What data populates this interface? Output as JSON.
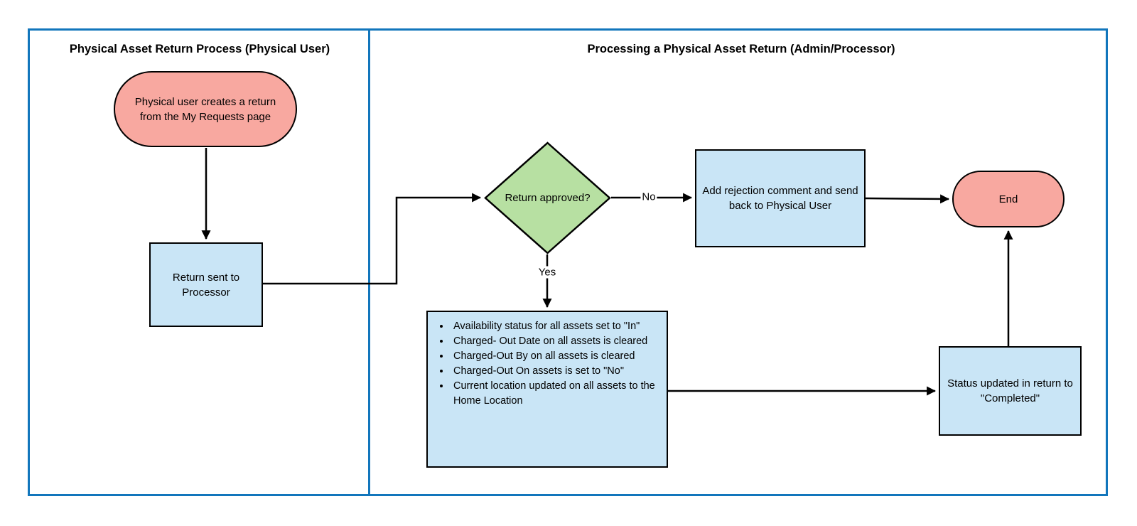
{
  "diagram": {
    "type": "flowchart-swimlane",
    "lanes": [
      {
        "title": "Physical Asset Return Process (Physical User)"
      },
      {
        "title": "Processing a Physical Asset Return (Admin/Processor)"
      }
    ],
    "nodes": {
      "start": {
        "shape": "terminator",
        "text": "Physical user creates a return from the My Requests page"
      },
      "return_sent": {
        "shape": "process",
        "text": "Return sent to Processor"
      },
      "decision": {
        "shape": "decision",
        "text": "Return approved?"
      },
      "rejection": {
        "shape": "process",
        "text": "Add rejection comment and send back to Physical User"
      },
      "end": {
        "shape": "terminator",
        "text": "End"
      },
      "actions": {
        "shape": "process-list",
        "items": [
          "Availability status for all assets set to \"In\"",
          "Charged- Out Date on all assets is cleared",
          "Charged-Out By on all assets is cleared",
          "Charged-Out On assets  is set to \"No\"",
          "Current location updated on all assets to the Home Location"
        ]
      },
      "status": {
        "shape": "process",
        "text": "Status updated in return to \"Completed\""
      }
    },
    "edge_labels": {
      "no": "No",
      "yes": "Yes"
    },
    "colors": {
      "lane_border": "#1276bc",
      "terminator_fill": "#f8a8a0",
      "process_fill": "#c9e5f6",
      "decision_fill": "#b7e0a2",
      "stroke": "#000000",
      "background": "#ffffff"
    }
  }
}
